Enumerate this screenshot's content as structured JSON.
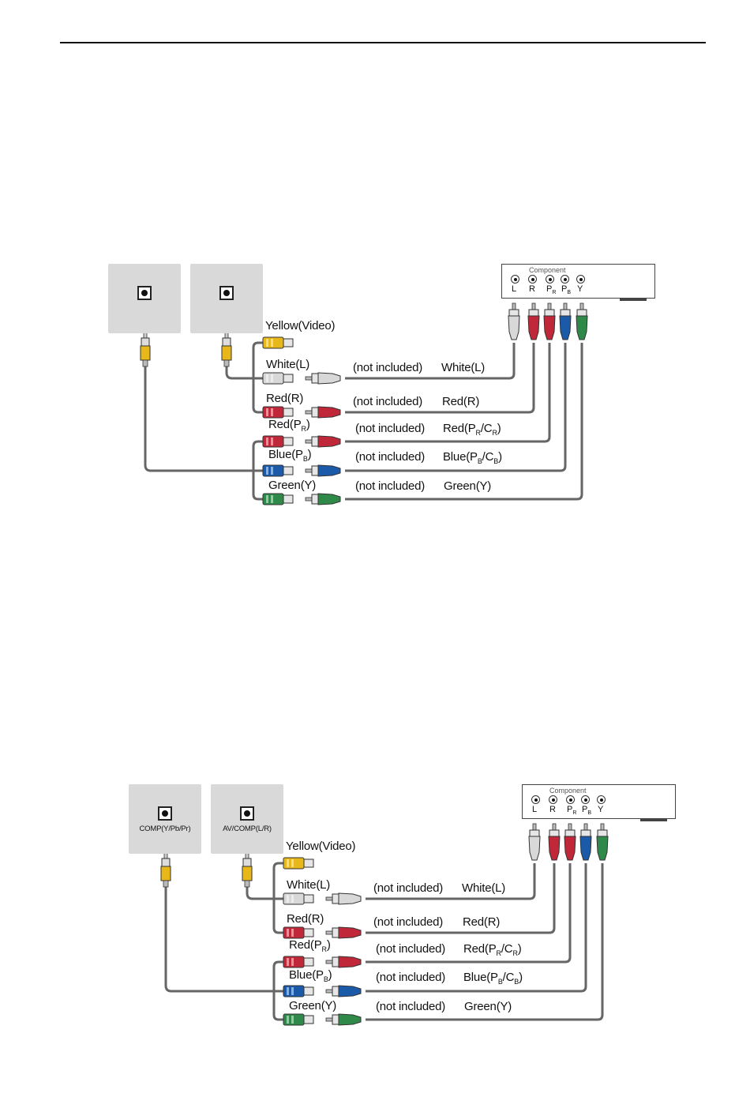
{
  "diagrams": [
    {
      "panels": [
        {
          "label": ""
        },
        {
          "label": ""
        }
      ]
    },
    {
      "panels": [
        {
          "label": "COMP(Y/Pb/Pr)"
        },
        {
          "label": "AV/COMP(L/R)"
        }
      ]
    }
  ],
  "device": {
    "component_label": "Component",
    "jacks": [
      "L",
      "R",
      "P",
      "P",
      "Y"
    ],
    "jack_subscripts": [
      "",
      "",
      "R",
      "B",
      ""
    ]
  },
  "labels": {
    "yellow": "Yellow(Video)",
    "white_left": "White(L)",
    "red_left": "Red(R)",
    "redpr_main": "Red(P",
    "redpr_sub": "R",
    "bluepb_main": "Blue(P",
    "bluepb_sub": "B",
    "green_left": "Green(Y)",
    "not_included": "(not included)",
    "white_right": "White(L)",
    "red_right": "Red(R)",
    "redpr_right_a": "Red(P",
    "redpr_right_sub1": "R",
    "redpr_right_b": "/C",
    "redpr_right_sub2": "R",
    "bluepb_right_a": "Blue(P",
    "bluepb_right_sub1": "B",
    "bluepb_right_b": "/C",
    "bluepb_right_sub2": "B",
    "green_right": "Green(Y)",
    "close_paren": ")"
  },
  "colors": {
    "yellow": "#e8b81a",
    "white": "#d8d8d8",
    "red": "#c0283a",
    "blue": "#1a5aa8",
    "green": "#2f8a4a",
    "cable": "#666666",
    "panel": "#d9d9d9"
  }
}
